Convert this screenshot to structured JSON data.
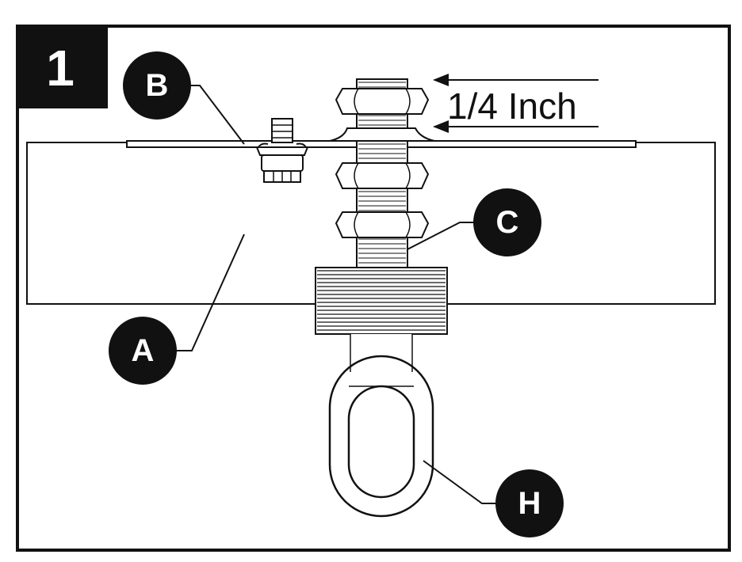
{
  "step": {
    "number": "1"
  },
  "callouts": {
    "a": "A",
    "b": "B",
    "c": "C",
    "h": "H"
  },
  "dimension": {
    "label": "1/4 Inch"
  }
}
